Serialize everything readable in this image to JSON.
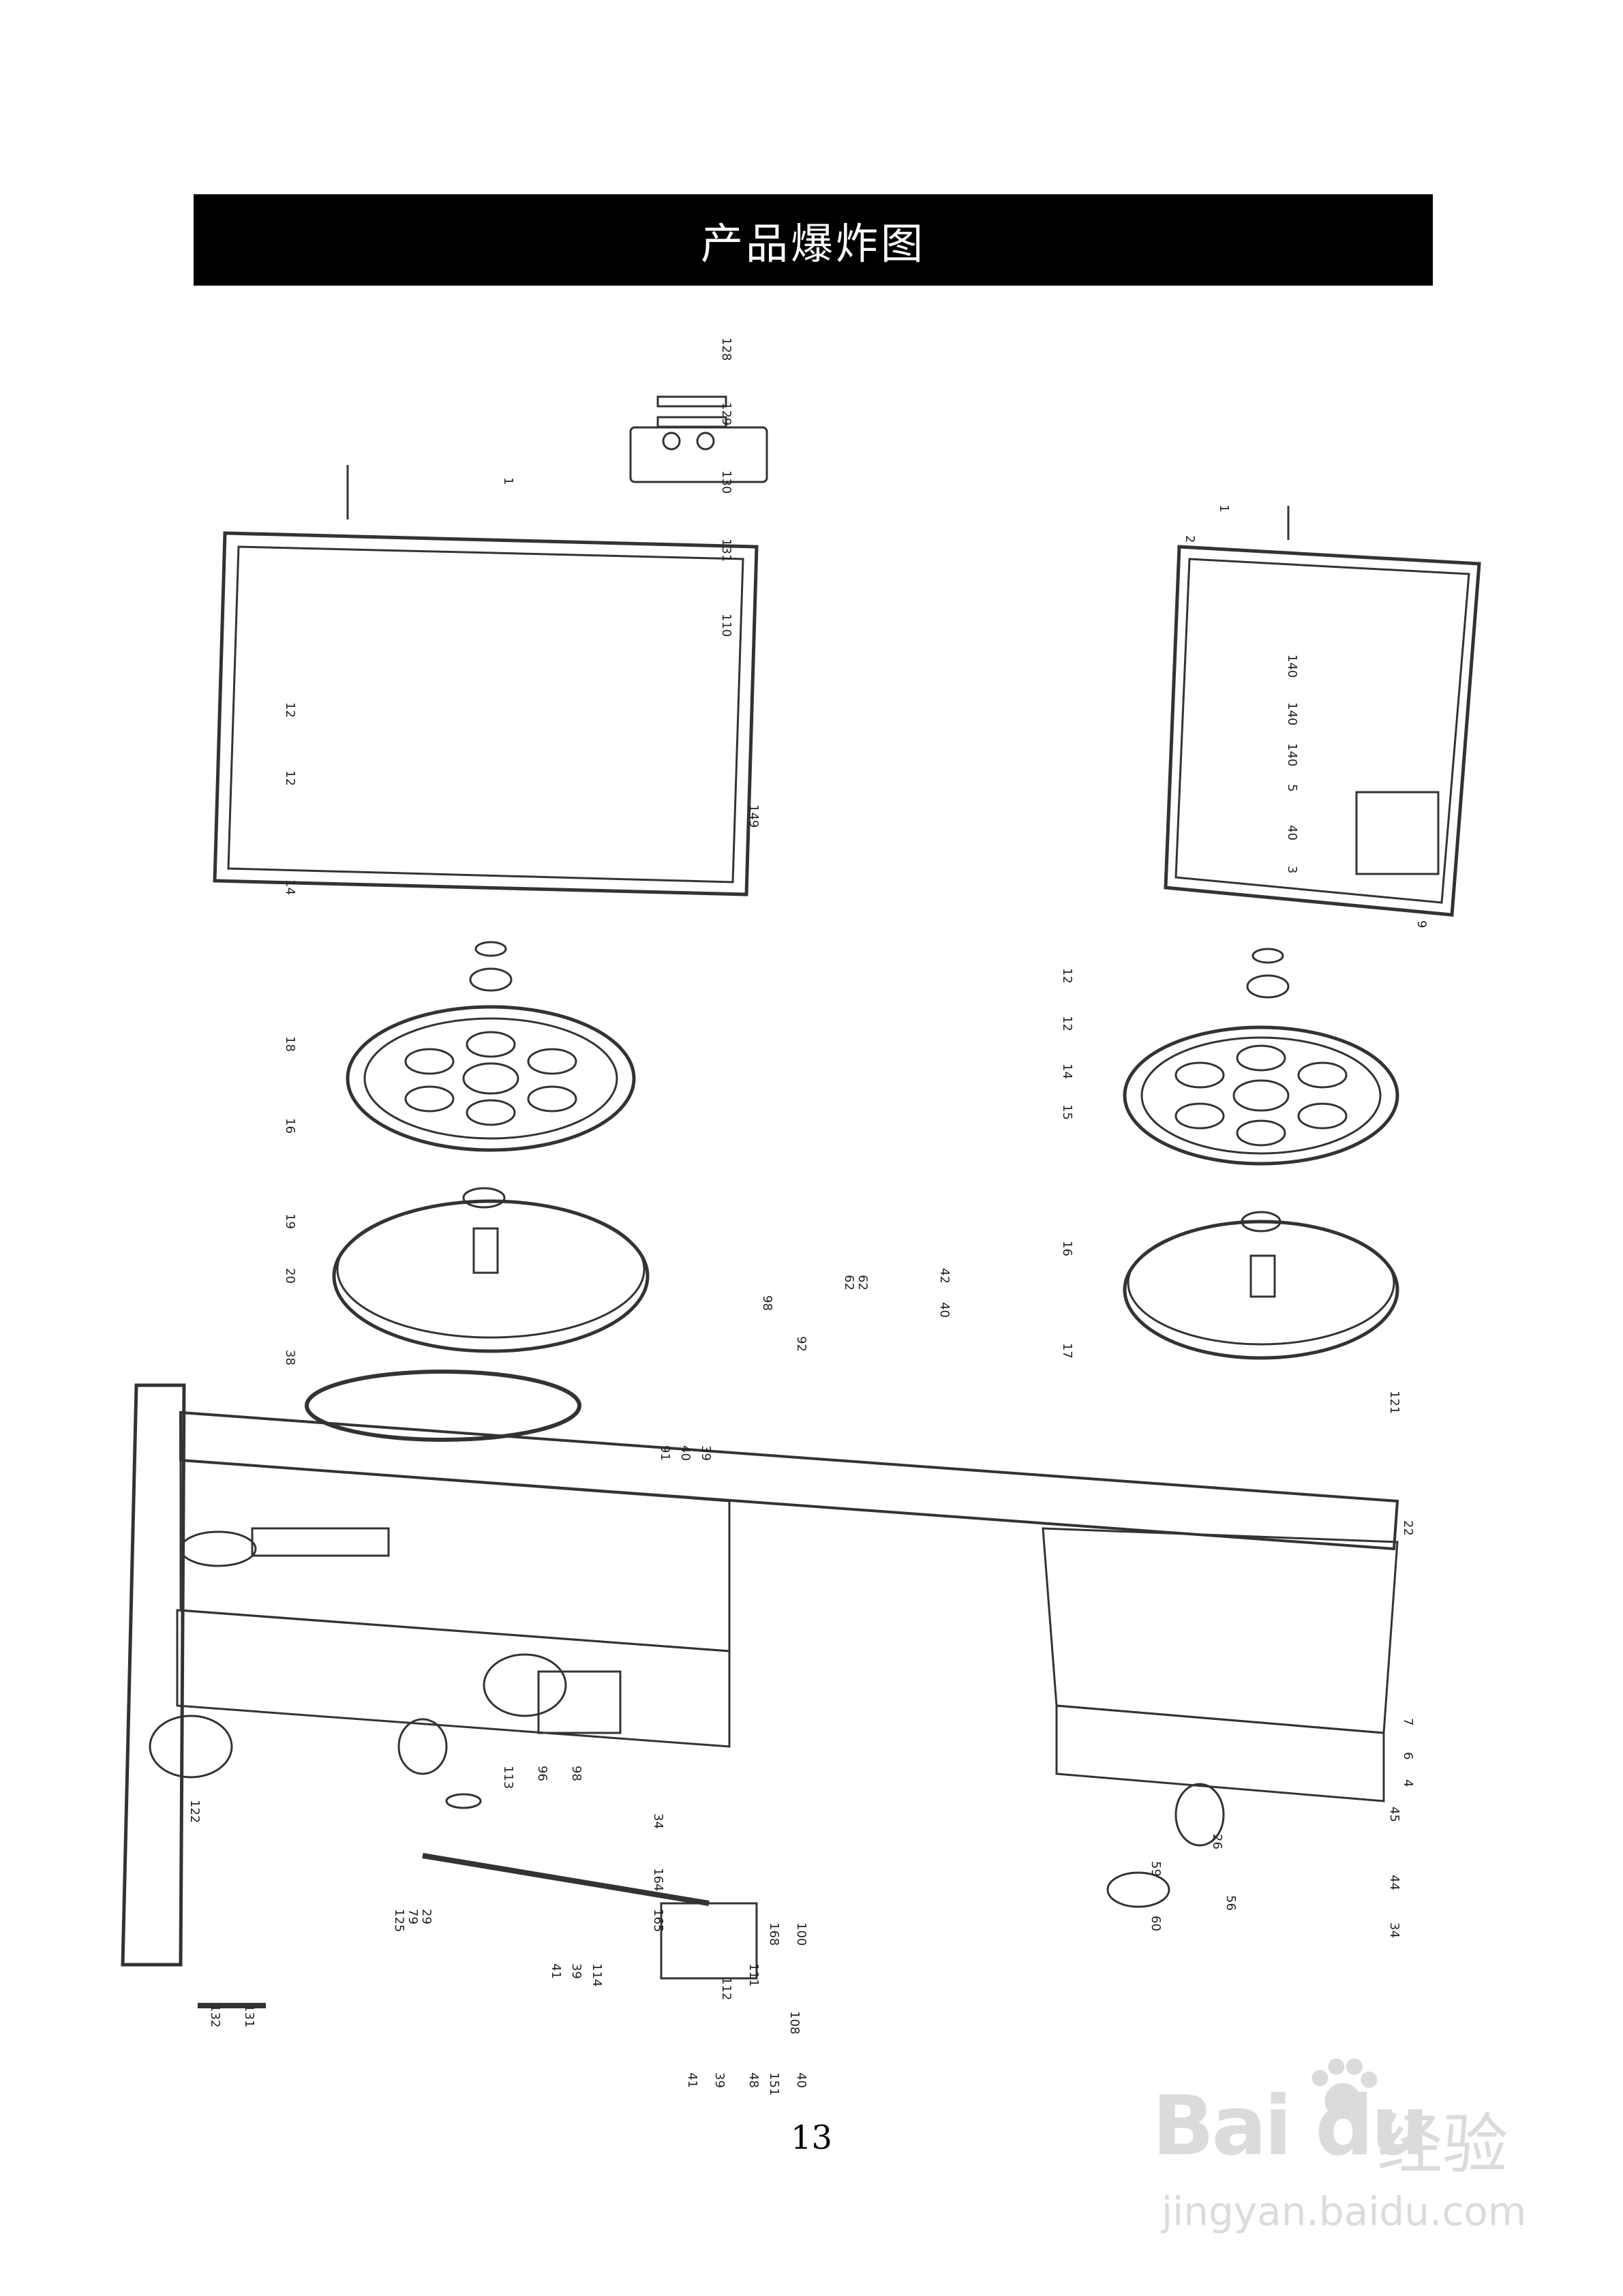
{
  "header": {
    "title": "产品爆炸图"
  },
  "page": {
    "number": "13"
  },
  "watermark": {
    "brand": "Bai du",
    "brand_cn": "经验",
    "url": "jingyan.baidu.com"
  },
  "part_labels": {
    "upper_door": [
      "1",
      "128",
      "129",
      "130",
      "131",
      "110",
      "149",
      "12",
      "12",
      "14"
    ],
    "upper_wheel": [
      "18",
      "16",
      "19",
      "20"
    ],
    "right_door": [
      "1",
      "2",
      "140",
      "140",
      "140",
      "5",
      "40",
      "3",
      "9",
      "121"
    ],
    "right_wheel": [
      "12",
      "12",
      "14",
      "15",
      "16",
      "17"
    ],
    "frame": [
      "22",
      "38",
      "39",
      "40",
      "91",
      "92",
      "98",
      "40",
      "42",
      "62",
      "62"
    ],
    "lower_left": [
      "132",
      "131",
      "122",
      "29",
      "79",
      "125",
      "113",
      "96",
      "98"
    ],
    "lower_center": [
      "34",
      "164",
      "165",
      "100",
      "168",
      "111",
      "112",
      "108",
      "114",
      "39",
      "41",
      "40",
      "151",
      "48",
      "39",
      "41"
    ],
    "lower_right": [
      "59",
      "60",
      "26",
      "56",
      "45",
      "44",
      "34",
      "7",
      "6",
      "4"
    ]
  },
  "colors": {
    "title_bar": "#000000",
    "title_text": "#ffffff",
    "line": "#333333"
  }
}
